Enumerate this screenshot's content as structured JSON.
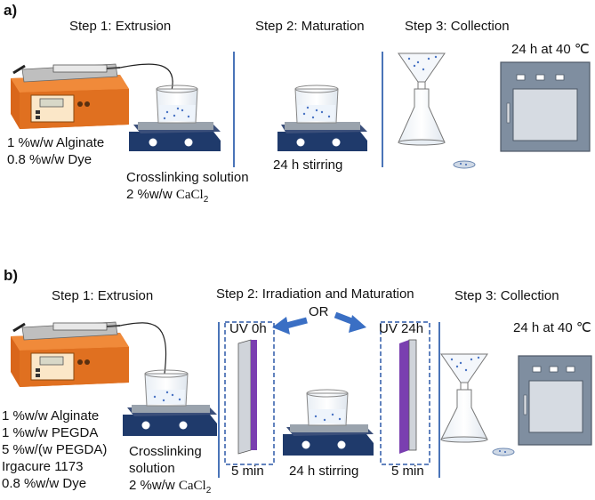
{
  "panel_a": {
    "label": "a)",
    "step1": "Step 1: Extrusion",
    "step2": "Step 2: Maturation",
    "step3": "Step 3: Collection",
    "ink_line1": "1 %w/w Alginate",
    "ink_line2": "0.8 %w/w Dye",
    "crosslink_line1": "Crosslinking solution",
    "crosslink_line2_prefix": "2 %w/w ",
    "crosslink_chem": "CaCl",
    "crosslink_sub": "2",
    "stirring": "24 h stirring",
    "oven": "24 h at 40 ℃"
  },
  "panel_b": {
    "label": "b)",
    "step1": "Step 1: Extrusion",
    "step2": "Step 2: Irradiation and Maturation",
    "step3": "Step 3: Collection",
    "ink_lines": [
      "1 %w/w Alginate",
      "1 %w/w PEGDA",
      "5 %w/(w PEGDA)",
      "Irgacure 1173",
      "0.8 %w/w Dye"
    ],
    "crosslink_line1": "Crosslinking",
    "crosslink_line2": "solution",
    "crosslink_line3_prefix": "2 %w/w ",
    "crosslink_chem": "CaCl",
    "crosslink_sub": "2",
    "uv_left": "UV 0h",
    "uv_right": "UV 24h",
    "or": "OR",
    "uv_time_left": "5 min",
    "uv_time_right": "5 min",
    "stirring": "24 h stirring",
    "oven": "24 h at 40 ℃"
  },
  "colors": {
    "pump_orange": "#e07020",
    "stirrer_navy": "#1f3a6b",
    "divider_blue": "#4a74b8",
    "arrow_blue": "#3a6fc4",
    "uv_purple": "#7a3fb0",
    "oven_grey": "#7f8ea0"
  }
}
